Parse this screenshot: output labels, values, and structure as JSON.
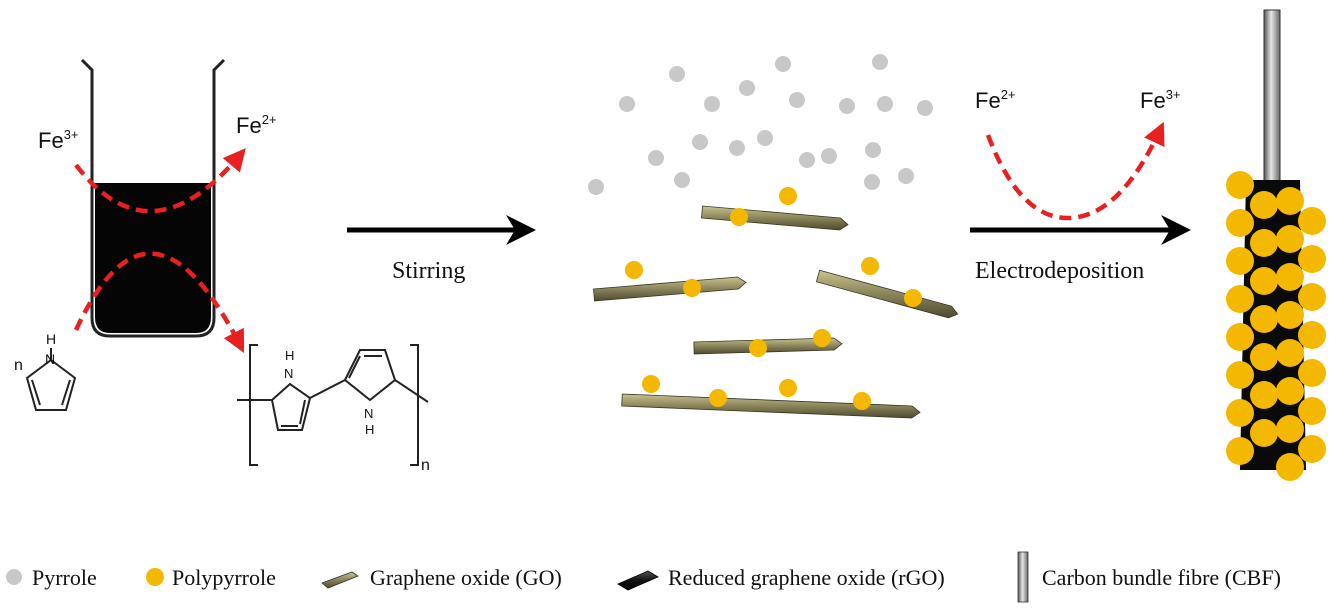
{
  "colors": {
    "pyrrole": "#c8c8c8",
    "polypyrrole": "#f5b800",
    "go": "#8a845a",
    "go_light": "#b5ae7c",
    "rgo": "#111111",
    "cbf": "#9a9a9a",
    "arrow_red": "#e82020",
    "arrow_black": "#000000"
  },
  "reaction": {
    "fe3_left": {
      "base": "Fe",
      "sup": "3+"
    },
    "fe2_left": {
      "base": "Fe",
      "sup": "2+"
    },
    "monomer_n": "n",
    "monomer_nh": "H",
    "monomer_n_atom": "N",
    "polymer_nh_top": "H",
    "polymer_n_top": "N",
    "polymer_nh_bottom": "H",
    "polymer_n_bottom": "N",
    "polymer_subscript_n": "n"
  },
  "steps": {
    "stirring": "Stirring",
    "electrodeposition": "Electrodeposition",
    "fe2_right": {
      "base": "Fe",
      "sup": "2+"
    },
    "fe3_right": {
      "base": "Fe",
      "sup": "3+"
    }
  },
  "legend": {
    "items": [
      {
        "icon": "pyrrole-dot-icon",
        "label": "Pyrrole"
      },
      {
        "icon": "polypyrrole-dot-icon",
        "label": "Polypyrrole"
      },
      {
        "icon": "graphene-oxide-rod-icon",
        "label": "Graphene oxide (GO)"
      },
      {
        "icon": "reduced-graphene-oxide-rod-icon",
        "label": "Reduced graphene oxide (rGO)"
      },
      {
        "icon": "carbon-bundle-fibre-icon",
        "label": "Carbon bundle fibre (CBF)"
      }
    ]
  }
}
